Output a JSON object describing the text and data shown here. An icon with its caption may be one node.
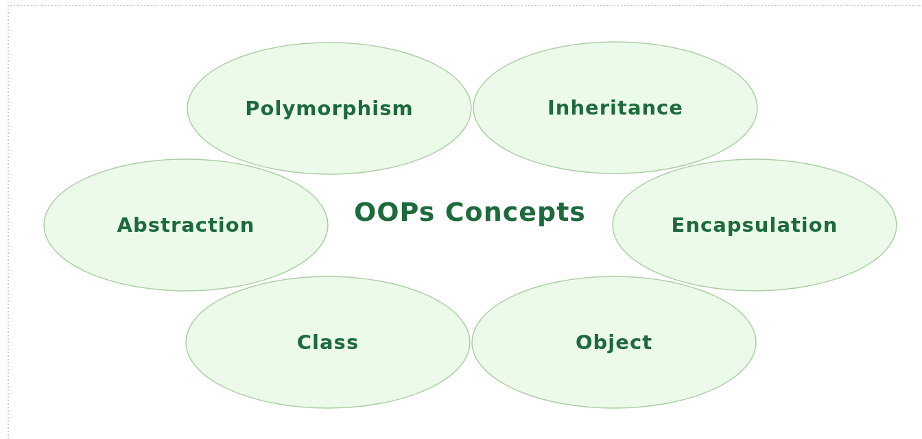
{
  "diagram": {
    "title": "OOPs Concepts",
    "nodes": [
      {
        "text": [
          "Polymorphism"
        ]
      },
      {
        "text": [
          "Inheritance"
        ]
      },
      {
        "text": [
          "Abstraction"
        ]
      },
      {
        "text": [
          "Encapsulation"
        ]
      },
      {
        "text": [
          "Class"
        ]
      },
      {
        "text": [
          "Object"
        ]
      }
    ]
  }
}
